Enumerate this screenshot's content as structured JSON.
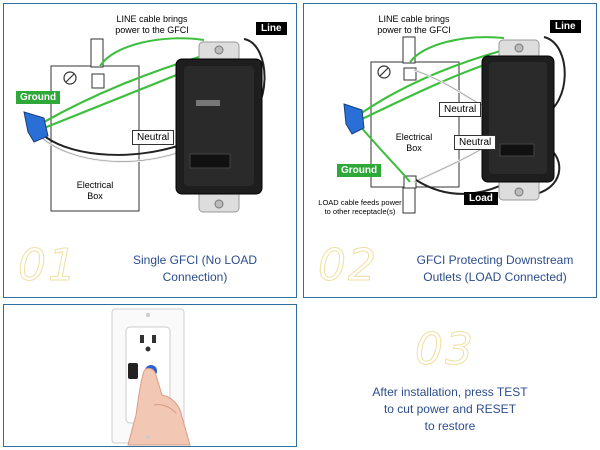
{
  "panel1": {
    "number": "01",
    "title_line1": "Single GFCI (No LOAD",
    "title_line2": "Connection)",
    "label_line_cable_1": "LINE cable brings",
    "label_line_cable_2": "power to the GFCI",
    "label_line": "Line",
    "label_ground": "Ground",
    "label_neutral": "Neutral",
    "label_box_1": "Electrical",
    "label_box_2": "Box"
  },
  "panel2": {
    "number": "02",
    "title_line1": "GFCI Protecting Downstream",
    "title_line2": "Outlets (LOAD Connected)",
    "label_line_cable_1": "LINE cable brings",
    "label_line_cable_2": "power to the GFCI",
    "label_line": "Line",
    "label_neutral_top": "Neutral",
    "label_neutral_bottom": "Neutral",
    "label_box_1": "Electrical",
    "label_box_2": "Box",
    "label_ground": "Ground",
    "label_load": "Load",
    "label_load_cable_1": "LOAD cable feeds power",
    "label_load_cable_2": "to other receptacle(s)"
  },
  "panel3": {
    "number": "03",
    "line1": "After installation, press TEST",
    "line2": "to cut power and RESET",
    "line3": "to restore"
  },
  "colors": {
    "ground_green": "#2fa83a",
    "wire_green": "#3cbf3c",
    "wire_nut_blue": "#2a6fd6",
    "caption_blue": "#2c4d8c",
    "number_gold": "#f1dfa0"
  }
}
